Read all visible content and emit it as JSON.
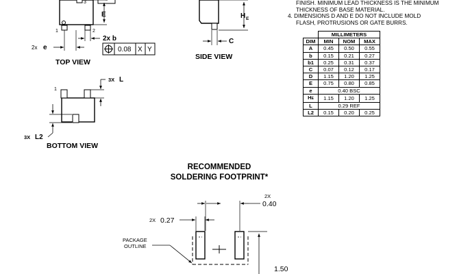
{
  "notes": {
    "line1": "FINISH. MINIMUM LEAD THICKNESS IS THE MINIMUM",
    "line2": "THICKNESS OF BASE MATERIAL.",
    "line3": "4.  DIMENSIONS D AND E DO NOT INCLUDE MOLD",
    "line4": "FLASH, PROTRUSIONS OR GATE BURRS."
  },
  "table": {
    "unit_header": "MILLIMETERS",
    "col_dim": "DIM",
    "col_min": "MIN",
    "col_nom": "NOM",
    "col_max": "MAX",
    "rows": [
      {
        "dim": "A",
        "min": "0.45",
        "nom": "0.50",
        "max": "0.55"
      },
      {
        "dim": "b",
        "min": "0.15",
        "nom": "0.21",
        "max": "0.27"
      },
      {
        "dim": "b1",
        "min": "0.25",
        "nom": "0.31",
        "max": "0.37"
      },
      {
        "dim": "C",
        "min": "0.07",
        "nom": "0.12",
        "max": "0.17"
      },
      {
        "dim": "D",
        "min": "1.15",
        "nom": "1.20",
        "max": "1.25"
      },
      {
        "dim": "E",
        "min": "0.75",
        "nom": "0.80",
        "max": "0.85"
      },
      {
        "dim": "e",
        "span": "0.40 BSC"
      },
      {
        "dim": "HE",
        "min": "1.15",
        "nom": "1.20",
        "max": "1.25"
      },
      {
        "dim": "L",
        "span": "0.29 REF"
      },
      {
        "dim": "L2",
        "min": "0.15",
        "nom": "0.20",
        "max": "0.25"
      }
    ]
  },
  "top_view": {
    "title": "TOP VIEW",
    "pin3": "3",
    "pin1": "1",
    "pin2": "2",
    "dim_e_label": "E",
    "dim_b_label": "2x b",
    "dim_pitch_label": "2x",
    "dim_pitch_sym": "e",
    "tolerance_value": "0.08",
    "datum_x": "X",
    "datum_y": "Y"
  },
  "side_view": {
    "title": "SIDE VIEW",
    "dim_he": "H",
    "dim_he_sub": "E",
    "dim_c": "C"
  },
  "bottom_view": {
    "title": "BOTTOM VIEW",
    "pin1": "1",
    "dim_l_prefix": "3X",
    "dim_l": "L",
    "dim_l2_prefix": "3X",
    "dim_l2": "L2"
  },
  "footprint": {
    "title_line1": "RECOMMENDED",
    "title_line2": "SOLDERING FOOTPRINT*",
    "width_prefix": "2X",
    "width_value": "0.27",
    "pitch_prefix": "2X",
    "pitch_value": "0.40",
    "outline_line1": "PACKAGE",
    "outline_line2": "OUTLINE",
    "height_value": "1.50"
  }
}
